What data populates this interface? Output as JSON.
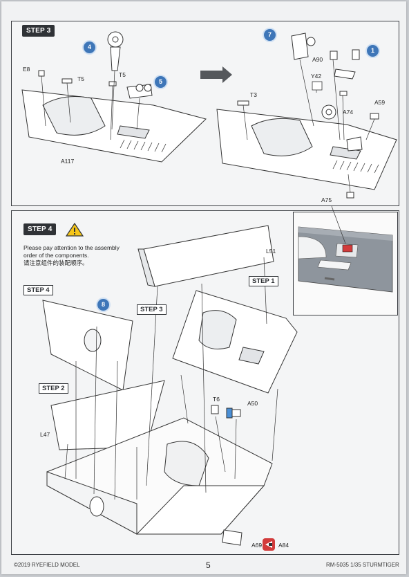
{
  "step3": {
    "badge": "STEP 3",
    "callouts": {
      "c4": "4",
      "c5": "5",
      "c7": "7",
      "c1": "1"
    },
    "parts": {
      "e8": "E8",
      "t5a": "T5",
      "t5b": "T5",
      "a117": "A117",
      "t3": "T3",
      "a90": "A90",
      "y42": "Y42",
      "a74": "A74",
      "a59": "A59",
      "a75": "A75"
    }
  },
  "step4": {
    "badge": "STEP 4",
    "note_en": "Please pay attention to the assembly order of the components.",
    "note_en_line1": "Please pay attention to the assembly",
    "note_en_line2": "order of the components.",
    "note_cn": "请注意组件的装配顺序。",
    "callouts": {
      "c8": "8"
    },
    "labels": {
      "step4": "STEP 4",
      "step3": "STEP 3",
      "step1": "STEP 1",
      "step2": "STEP 2"
    },
    "parts": {
      "l51": "L51",
      "l47": "L47",
      "t6": "T6",
      "a50": "A50",
      "a69": "A69",
      "a84": "A84"
    }
  },
  "footer": {
    "copyright": "©2019 RYEFIELD MODEL",
    "page": "5",
    "product": "RM-5035 1/35 STURMTIGER"
  },
  "colors": {
    "callout": "#3e76b8",
    "badge": "#2f3236",
    "highlight_red": "#d23b3b",
    "highlight_blue": "#4a8fd6"
  }
}
